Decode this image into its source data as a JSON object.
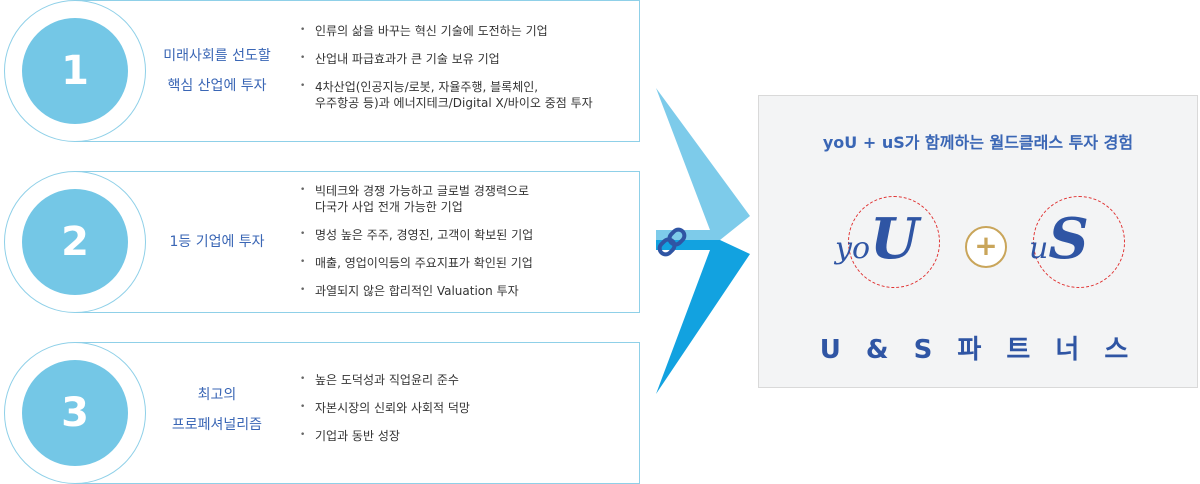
{
  "cards": [
    {
      "number": "1",
      "title_lines": [
        "미래사회를 선도할",
        "핵심 산업에 투자"
      ],
      "bullets": [
        "인류의 삶을 바꾸는 혁신 기술에 도전하는 기업",
        "산업내 파급효과가 큰 기술 보유 기업",
        "4차산업(인공지능/로봇, 자율주행, 블록체인,\n우주항공 등)과 에너지테크/Digital X/바이오 중점 투자"
      ]
    },
    {
      "number": "2",
      "title_lines": [
        "1등 기업에 투자"
      ],
      "bullets": [
        "빅테크와 경쟁 가능하고 글로벌 경쟁력으로\n다국가 사업 전개 가능한 기업",
        "명성 높은 주주, 경영진, 고객이 확보된 기업",
        "매출, 영업이익등의 주요지표가 확인된 기업",
        "과열되지 않은 합리적인 Valuation 투자"
      ]
    },
    {
      "number": "3",
      "title_lines": [
        "최고의",
        "프로페셔널리즘"
      ],
      "bullets": [
        "높은 도덕성과 직업윤리 준수",
        "자본시장의 신뢰와 사회적 덕망",
        "기업과 동반 성장"
      ]
    }
  ],
  "panel": {
    "heading": "yoU + uS가 함께하는 월드클래스 투자 경험",
    "logo_left_small": "yo",
    "logo_left_big": "U",
    "plus_symbol": "+",
    "logo_right_small": "u",
    "logo_right_big": "S",
    "name": "U & S 파 트 너 스"
  },
  "icons": {
    "link": "link-icon",
    "arrow": "chevron-arrow"
  },
  "colors": {
    "circle_fill": "#74c7e6",
    "card_border": "#8fd0e8",
    "title_blue": "#3a66b5",
    "logo_blue": "#2f55a4",
    "arrow_light": "#7dcbea",
    "arrow_dark": "#12a2e0",
    "ring_red": "#e03232",
    "plus_gold": "#c9a55a"
  }
}
